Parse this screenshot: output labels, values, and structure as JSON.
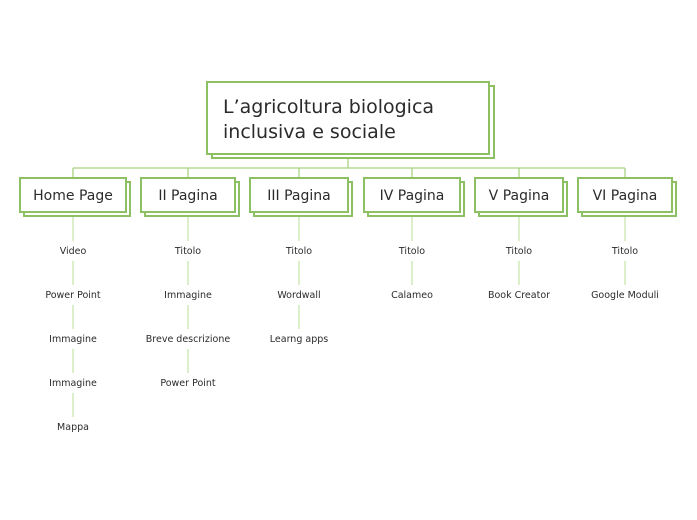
{
  "root": {
    "lines": [
      "L’agricoltura biologica",
      "inclusiva e sociale"
    ]
  },
  "branches": [
    {
      "label": "Home Page",
      "leaves": [
        "Video",
        "Power Point",
        "Immagine",
        "Immagine",
        "Mappa"
      ]
    },
    {
      "label": "II Pagina",
      "leaves": [
        "Titolo",
        "Immagine",
        "Breve descrizione",
        "Power Point"
      ]
    },
    {
      "label": "III Pagina",
      "leaves": [
        "Titolo",
        "Wordwall",
        "Learng apps"
      ]
    },
    {
      "label": "IV Pagina",
      "leaves": [
        "Titolo",
        "Calameo"
      ]
    },
    {
      "label": "V Pagina",
      "leaves": [
        "Titolo",
        "Book Creator"
      ]
    },
    {
      "label": "VI Pagina",
      "leaves": [
        "Titolo",
        "Google Moduli"
      ]
    }
  ],
  "colors": {
    "border": "#8cc063",
    "connector": "#a9d27f",
    "text": "#2b2b2b"
  }
}
